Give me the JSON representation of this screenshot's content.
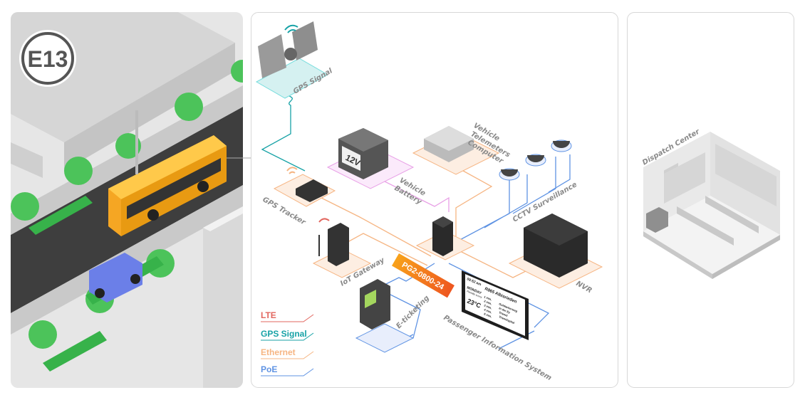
{
  "scene": {
    "route_badge": "E13"
  },
  "diagram": {
    "gps_signal": "GPS Signal",
    "telemeters": [
      "Vehicle",
      "Telemeters",
      "Computer"
    ],
    "battery_voltage": "12V",
    "battery": [
      "Vehicle",
      "Battery"
    ],
    "gps_tracker": "GPS Tracker",
    "cctv": "CCTV Surveillance",
    "iot_gateway": "IoT Gateway",
    "switch_model": "PG2-0800-24",
    "nvr": "NVR",
    "e_ticketing": "E-ticketing",
    "pis": "Passenger Information System",
    "display": {
      "time": "09:52 am",
      "day": "MONDAY",
      "weather": "Partially sunny",
      "temp": "23°C",
      "route": "R865 Albisrieden",
      "minutes": [
        "1 min.",
        "2 min.",
        "3 min.",
        "4 min.",
        "6 min."
      ],
      "stops": [
        "Gutdacherweg",
        "In der Ey",
        "Triemli",
        "Triemlispital"
      ]
    }
  },
  "legend": [
    {
      "label": "LTE",
      "color": "#e2675f"
    },
    {
      "label": "GPS Signal",
      "color": "#17a2a6"
    },
    {
      "label": "Ethernet",
      "color": "#f6b583"
    },
    {
      "label": "PoE",
      "color": "#5f93e3"
    }
  ],
  "dispatch": {
    "title": "Dispatch Center"
  }
}
